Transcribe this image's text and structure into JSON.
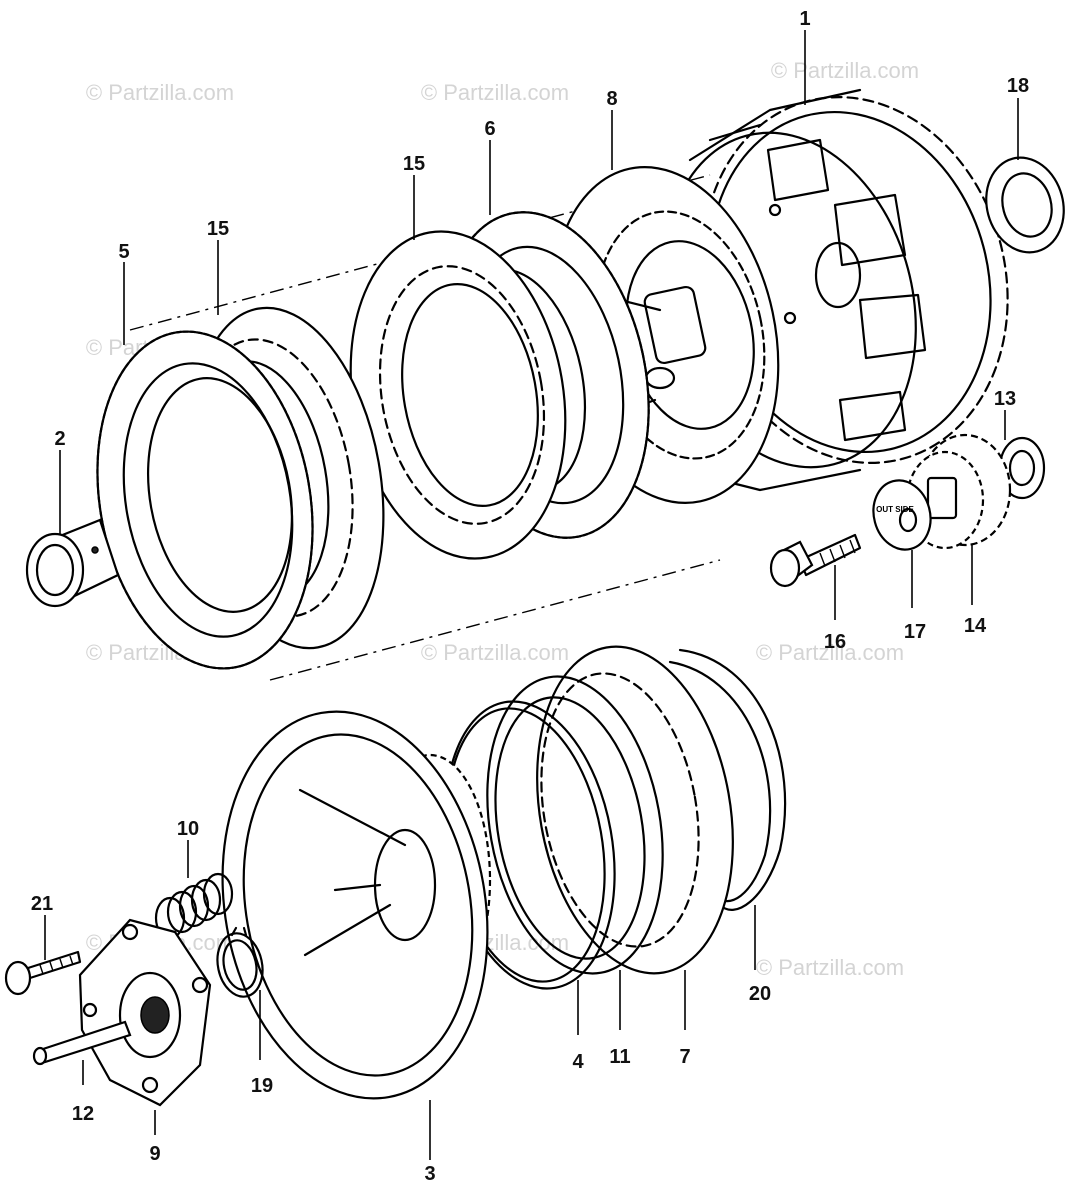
{
  "watermark": "© Partzilla.com",
  "parts": [
    {
      "label": "1",
      "part": "clutch-outer"
    },
    {
      "label": "2",
      "part": "outer-collar"
    },
    {
      "label": "3",
      "part": "clutch-center"
    },
    {
      "label": "4",
      "part": "wire-ring"
    },
    {
      "label": "5",
      "part": "friction-disc"
    },
    {
      "label": "6",
      "part": "friction-disc"
    },
    {
      "label": "7",
      "part": "judder-plate"
    },
    {
      "label": "8",
      "part": "pressure-plate"
    },
    {
      "label": "9",
      "part": "lifter-plate"
    },
    {
      "label": "10",
      "part": "clutch-spring"
    },
    {
      "label": "11",
      "part": "seat-ring"
    },
    {
      "label": "12",
      "part": "lifter-rod"
    },
    {
      "label": "13",
      "part": "collar"
    },
    {
      "label": "14",
      "part": "gear"
    },
    {
      "label": "15",
      "part": "clutch-plate"
    },
    {
      "label": "16",
      "part": "bolt"
    },
    {
      "label": "17",
      "part": "washer"
    },
    {
      "label": "18",
      "part": "thrust-washer"
    },
    {
      "label": "19",
      "part": "circlip"
    },
    {
      "label": "20",
      "part": "snap-ring"
    },
    {
      "label": "21",
      "part": "flange-bolt"
    }
  ],
  "washer_text": "OUT SIDE"
}
